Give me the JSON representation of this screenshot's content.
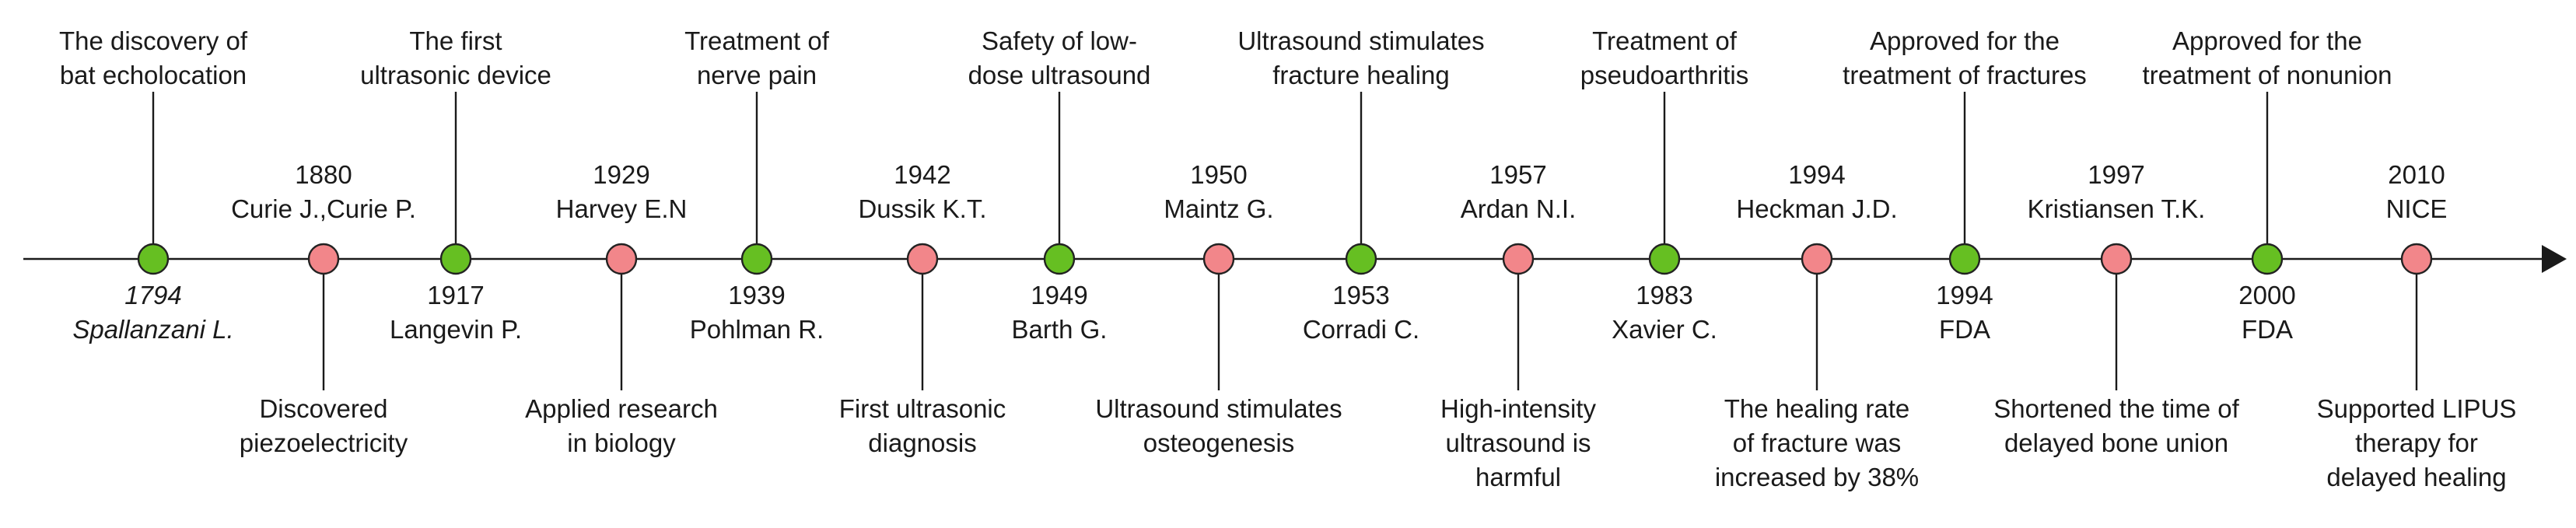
{
  "colors": {
    "green": "#66bf22",
    "pink": "#f2868a",
    "axis": "#1a1a1a",
    "text": "#1a1a1a"
  },
  "events": [
    {
      "year": "1794",
      "person": "Spallanzani L.",
      "description": "The discovery of bat echolocation",
      "color": "green",
      "desc_pos": "above",
      "year_pos": "below",
      "italic_year": true
    },
    {
      "year": "1880",
      "person": "Curie J.,Curie P.",
      "description": "Discovered piezoelectricity",
      "color": "pink",
      "desc_pos": "below",
      "year_pos": "above",
      "italic_year": false
    },
    {
      "year": "1917",
      "person": "Langevin P.",
      "description": "The first ultrasonic device",
      "color": "green",
      "desc_pos": "above",
      "year_pos": "below",
      "italic_year": false
    },
    {
      "year": "1929",
      "person": "Harvey E.N",
      "description": "Applied research in biology",
      "color": "pink",
      "desc_pos": "below",
      "year_pos": "above",
      "italic_year": false
    },
    {
      "year": "1939",
      "person": "Pohlman R.",
      "description": "Treatment of nerve pain",
      "color": "green",
      "desc_pos": "above",
      "year_pos": "below",
      "italic_year": false
    },
    {
      "year": "1942",
      "person": "Dussik K.T.",
      "description": "First ultrasonic diagnosis",
      "color": "pink",
      "desc_pos": "below",
      "year_pos": "above",
      "italic_year": false
    },
    {
      "year": "1949",
      "person": "Barth G.",
      "description": "Safety of low-dose ultrasound",
      "color": "green",
      "desc_pos": "above",
      "year_pos": "below",
      "italic_year": false
    },
    {
      "year": "1950",
      "person": "Maintz G.",
      "description": "Ultrasound stimulates osteogenesis",
      "color": "pink",
      "desc_pos": "below",
      "year_pos": "above",
      "italic_year": false
    },
    {
      "year": "1953",
      "person": "Corradi C.",
      "description": "Ultrasound stimulates fracture healing",
      "color": "green",
      "desc_pos": "above",
      "year_pos": "below",
      "italic_year": false
    },
    {
      "year": "1957",
      "person": "Ardan N.I.",
      "description": "High-intensity ultrasound is harmful",
      "color": "pink",
      "desc_pos": "below",
      "year_pos": "above",
      "italic_year": false
    },
    {
      "year": "1983",
      "person": "Xavier C.",
      "description": "Treatment of pseudoarthritis",
      "color": "green",
      "desc_pos": "above",
      "year_pos": "below",
      "italic_year": false
    },
    {
      "year": "1994",
      "person": "Heckman J.D.",
      "description": "The healing rate of fracture was increased by 38%",
      "color": "pink",
      "desc_pos": "below",
      "year_pos": "above",
      "italic_year": false
    },
    {
      "year": "1994",
      "person": "FDA",
      "description": "Approved for the treatment of fractures",
      "color": "green",
      "desc_pos": "above",
      "year_pos": "below",
      "italic_year": false
    },
    {
      "year": "1997",
      "person": "Kristiansen T.K.",
      "description": "Shortened the time of delayed bone union",
      "color": "pink",
      "desc_pos": "below",
      "year_pos": "above",
      "italic_year": false
    },
    {
      "year": "2000",
      "person": "FDA",
      "description": "Approved for the treatment of nonunion",
      "color": "green",
      "desc_pos": "above",
      "year_pos": "below",
      "italic_year": false
    },
    {
      "year": "2010",
      "person": "NICE",
      "description": "Supported LIPUS therapy for delayed healing",
      "color": "pink",
      "desc_pos": "below",
      "year_pos": "above",
      "italic_year": false
    }
  ]
}
